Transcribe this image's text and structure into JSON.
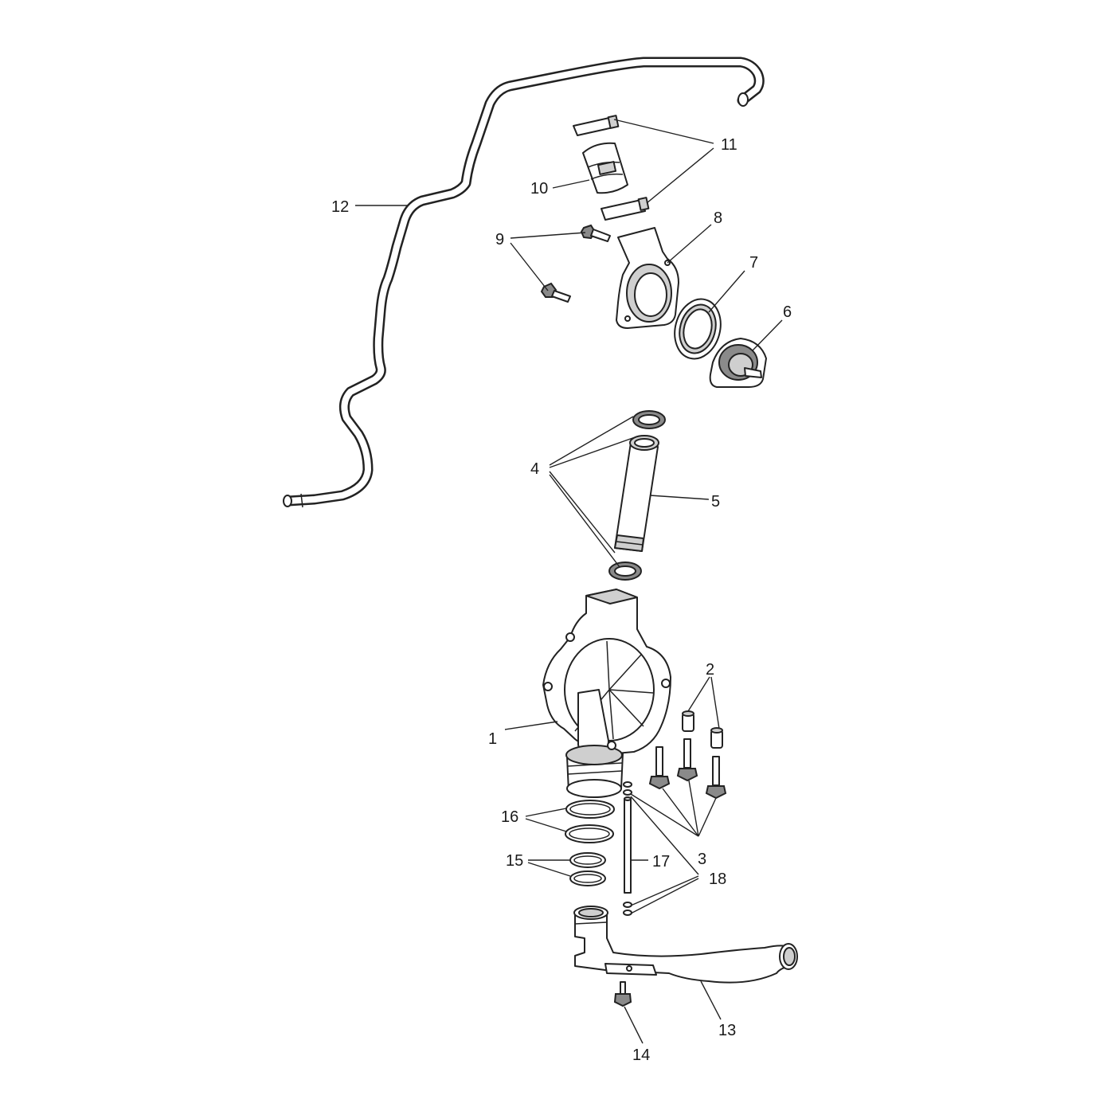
{
  "callouts": [
    {
      "id": "1",
      "text": "1"
    },
    {
      "id": "2",
      "text": "2"
    },
    {
      "id": "3",
      "text": "3"
    },
    {
      "id": "4",
      "text": "4"
    },
    {
      "id": "5",
      "text": "5"
    },
    {
      "id": "6",
      "text": "6"
    },
    {
      "id": "7",
      "text": "7"
    },
    {
      "id": "8",
      "text": "8"
    },
    {
      "id": "9",
      "text": "9"
    },
    {
      "id": "10",
      "text": "10"
    },
    {
      "id": "11",
      "text": "11"
    },
    {
      "id": "12",
      "text": "12"
    },
    {
      "id": "13",
      "text": "13"
    },
    {
      "id": "14",
      "text": "14"
    },
    {
      "id": "15",
      "text": "15"
    },
    {
      "id": "16",
      "text": "16"
    },
    {
      "id": "17",
      "text": "17"
    },
    {
      "id": "18",
      "text": "18"
    }
  ],
  "parts": [
    {
      "callout": "1",
      "icon": "pump-housing-icon"
    },
    {
      "callout": "2",
      "icon": "sleeve-icon"
    },
    {
      "callout": "3",
      "icon": "bolt-icon"
    },
    {
      "callout": "4",
      "icon": "o-ring-icon"
    },
    {
      "callout": "5",
      "icon": "pipe-icon"
    },
    {
      "callout": "6",
      "icon": "thermostat-icon"
    },
    {
      "callout": "7",
      "icon": "gasket-icon"
    },
    {
      "callout": "8",
      "icon": "thermostat-housing-icon"
    },
    {
      "callout": "9",
      "icon": "bolt-icon"
    },
    {
      "callout": "10",
      "icon": "hose-icon"
    },
    {
      "callout": "11",
      "icon": "clamp-icon"
    },
    {
      "callout": "12",
      "icon": "bleed-tube-icon"
    },
    {
      "callout": "13",
      "icon": "inlet-pipe-icon"
    },
    {
      "callout": "14",
      "icon": "bolt-icon"
    },
    {
      "callout": "15",
      "icon": "o-ring-icon"
    },
    {
      "callout": "16",
      "icon": "o-ring-icon"
    },
    {
      "callout": "17",
      "icon": "stud-icon"
    },
    {
      "callout": "18",
      "icon": "circlip-icon"
    }
  ]
}
